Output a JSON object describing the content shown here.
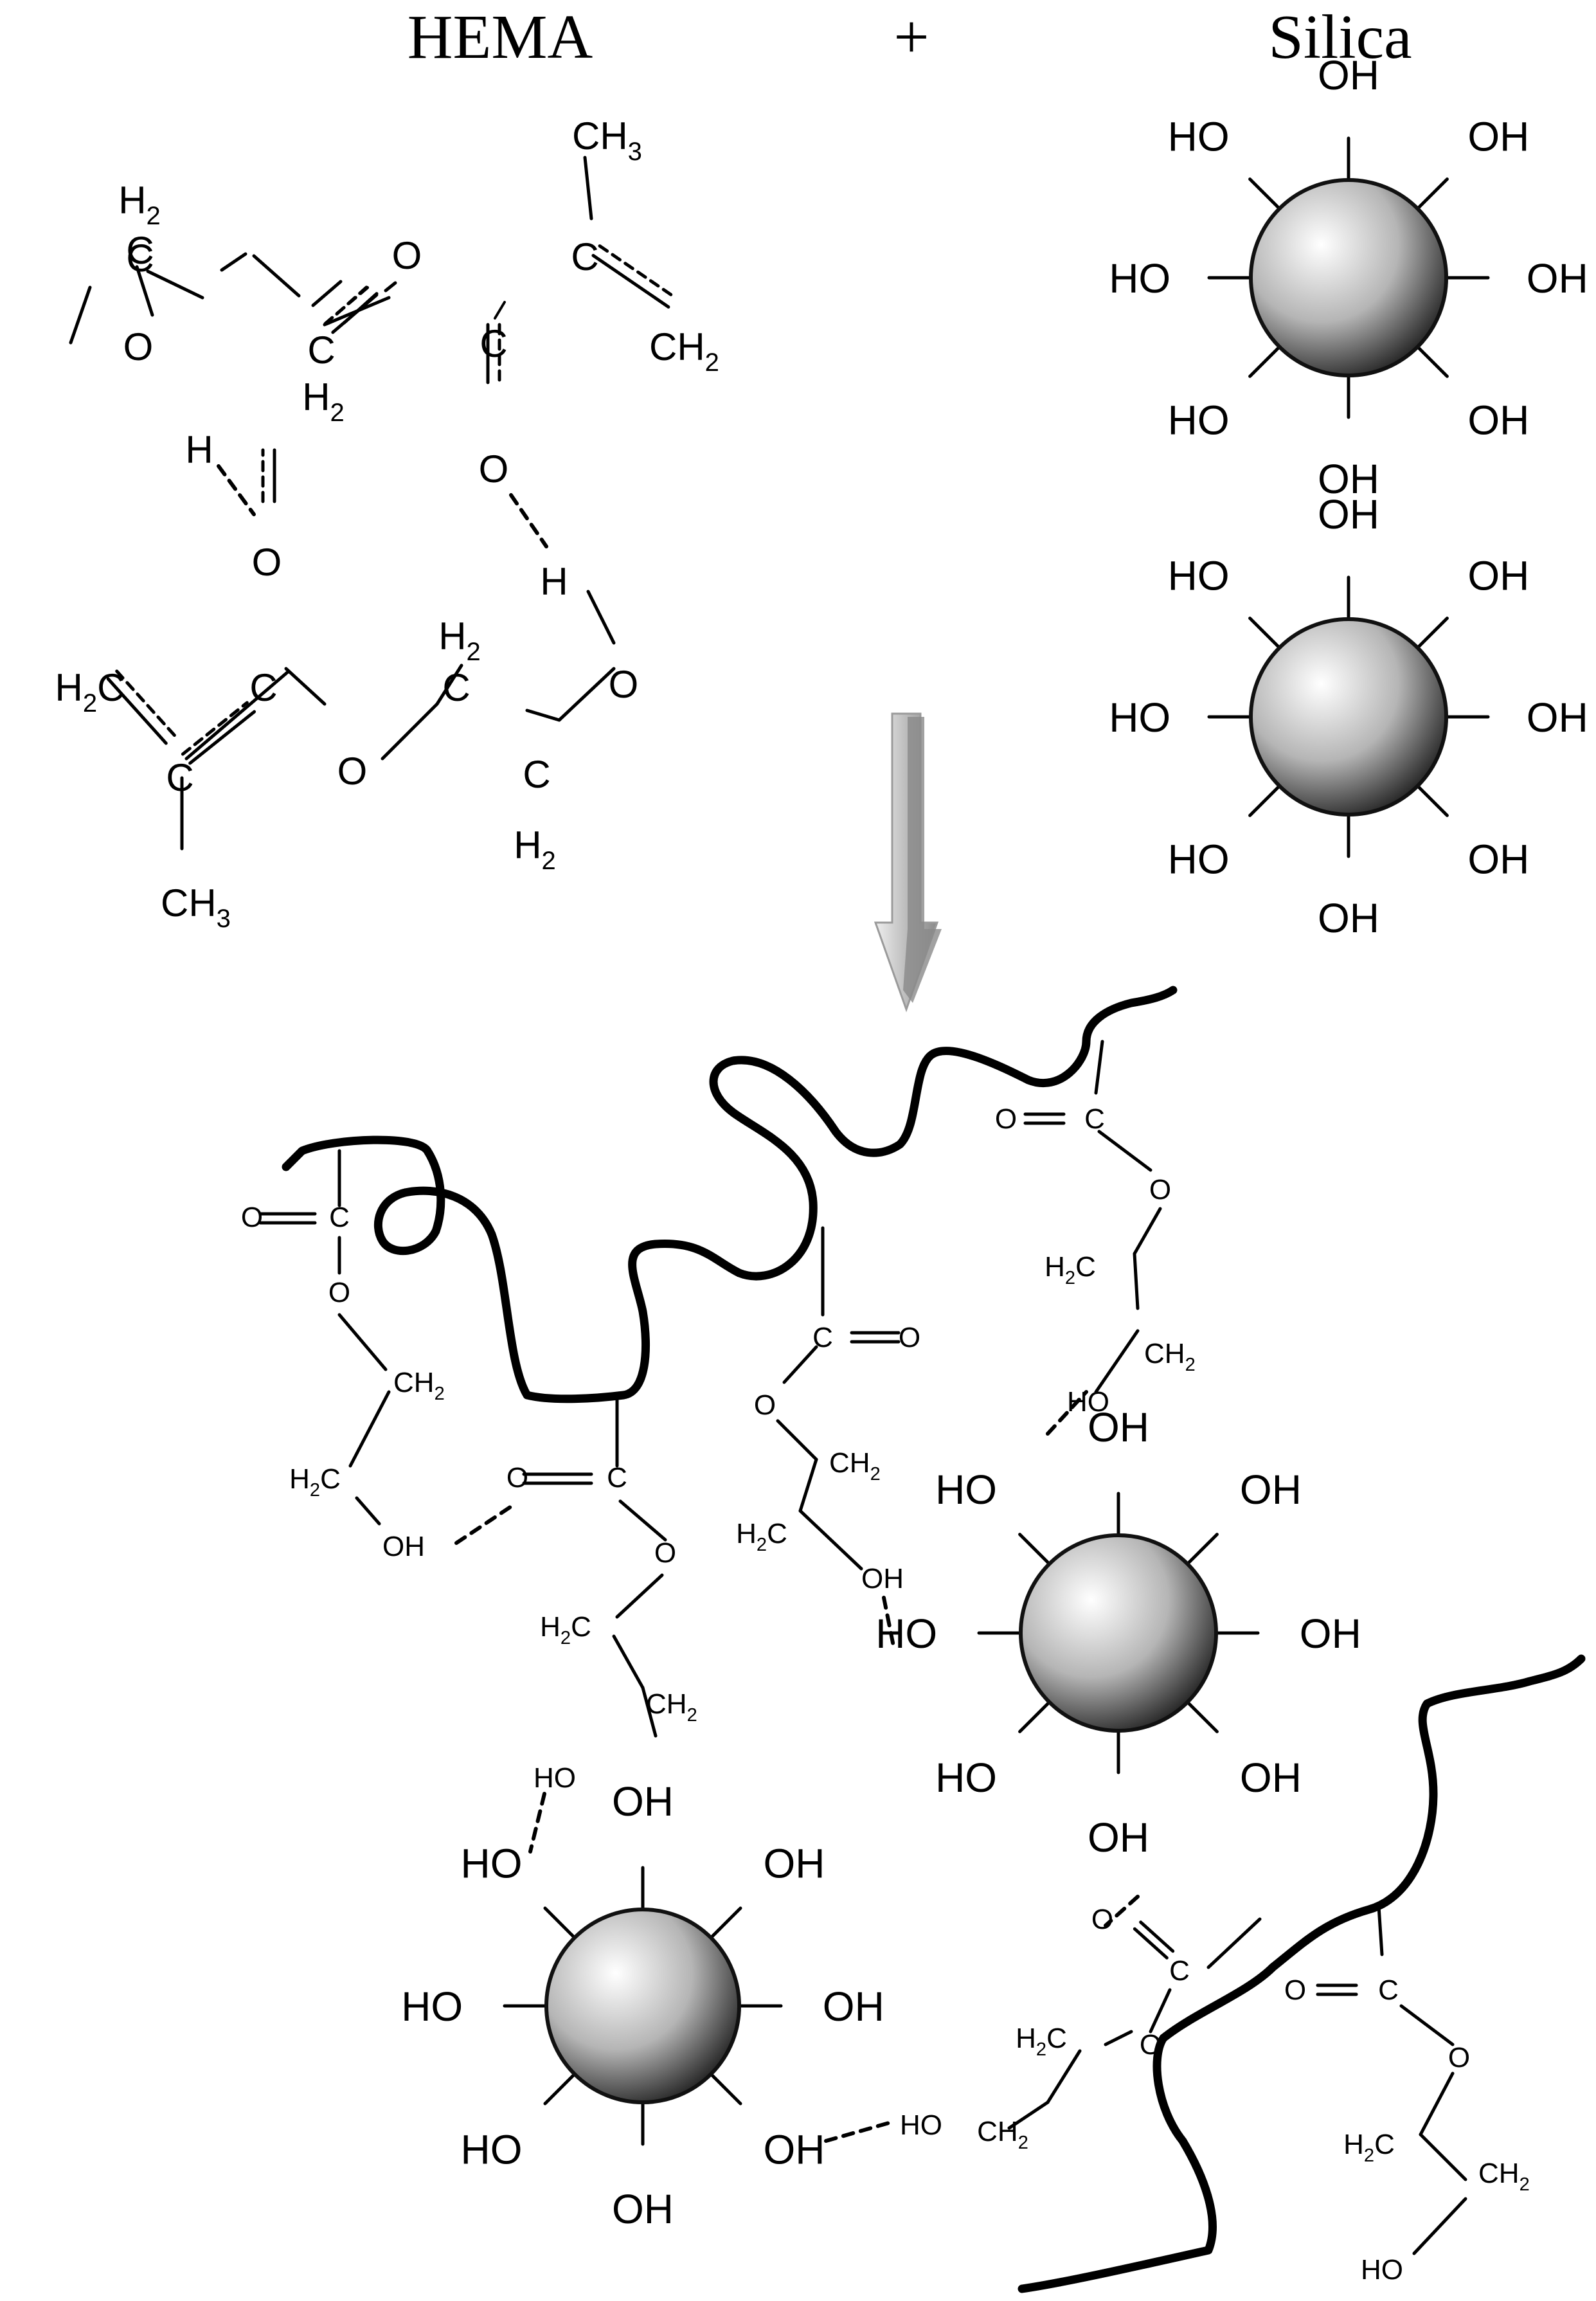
{
  "header": {
    "left": "HEMA",
    "plus": "+",
    "right": "Silica"
  },
  "atoms": {
    "c": "C",
    "o": "O",
    "h": "H",
    "oh": "OH",
    "ho": "HO",
    "h2": "H",
    "h2_sub": "2",
    "ch": "CH",
    "ch3_sub": "3",
    "ch2_sub": "2",
    "h2c_pre": "H",
    "h2c_sub": "2",
    "h2c_post": "C"
  },
  "colors": {
    "line": "#000000",
    "sphere_light": "#ffffff",
    "sphere_mid": "#b5b5b5",
    "sphere_dark": "#262626",
    "arrow_light": "#eeeeee",
    "arrow_dark": "#8a8a8a"
  }
}
